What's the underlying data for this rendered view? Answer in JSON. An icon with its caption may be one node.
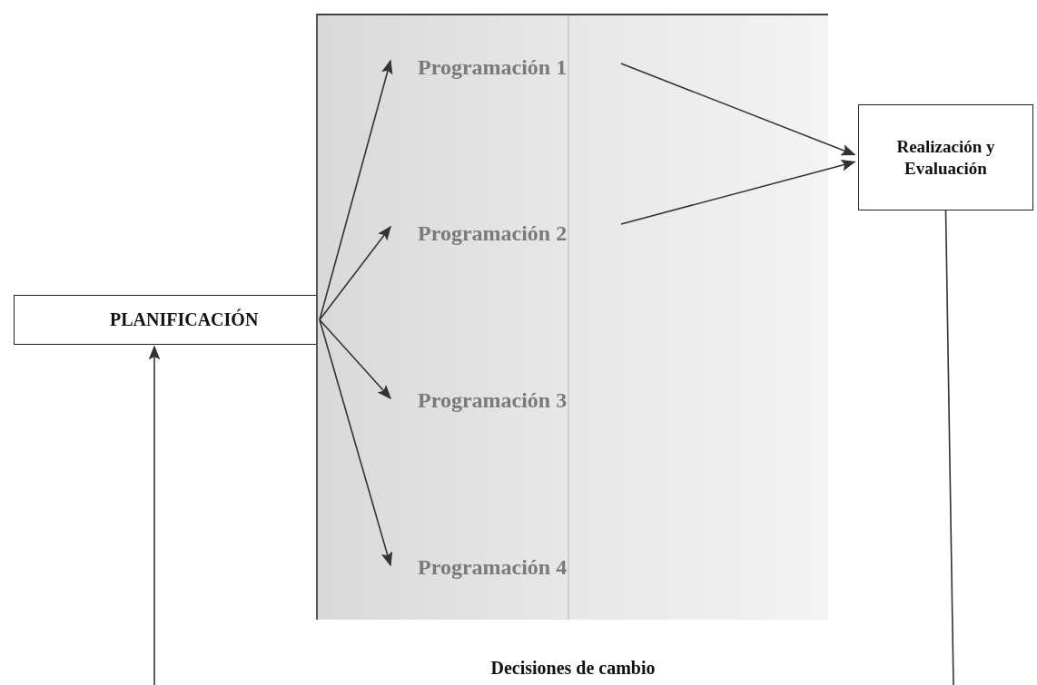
{
  "diagram": {
    "nodes": [
      {
        "text": [
          "PLANIFICACIÓN"
        ]
      },
      {
        "text": [
          "Decisiones de cambio"
        ]
      },
      {
        "text": [
          "Programación 1"
        ],
        "in": 1
      },
      {
        "text": [
          "Programación 2"
        ],
        "in": 1
      },
      {
        "text": [
          "Programación 3"
        ],
        "in": 1
      },
      {
        "text": [
          "Programación 4"
        ],
        "in": 1
      },
      {
        "text": [
          "Realización y Evaluación"
        ]
      }
    ],
    "edges": [
      {
        "from": 0,
        "to": 2,
        "arrow": "to"
      },
      {
        "from": 0,
        "to": 3,
        "arrow": "to"
      },
      {
        "from": 0,
        "to": 4,
        "arrow": "to"
      },
      {
        "from": 0,
        "to": 5,
        "arrow": "to"
      },
      {
        "from": 2,
        "to": 6,
        "arrow": "to"
      },
      {
        "from": 3,
        "to": 6,
        "arrow": "to"
      },
      {
        "from": 6,
        "to": null,
        "arrow": "none"
      },
      {
        "from": null,
        "to": 0,
        "arrow": "to"
      }
    ]
  }
}
